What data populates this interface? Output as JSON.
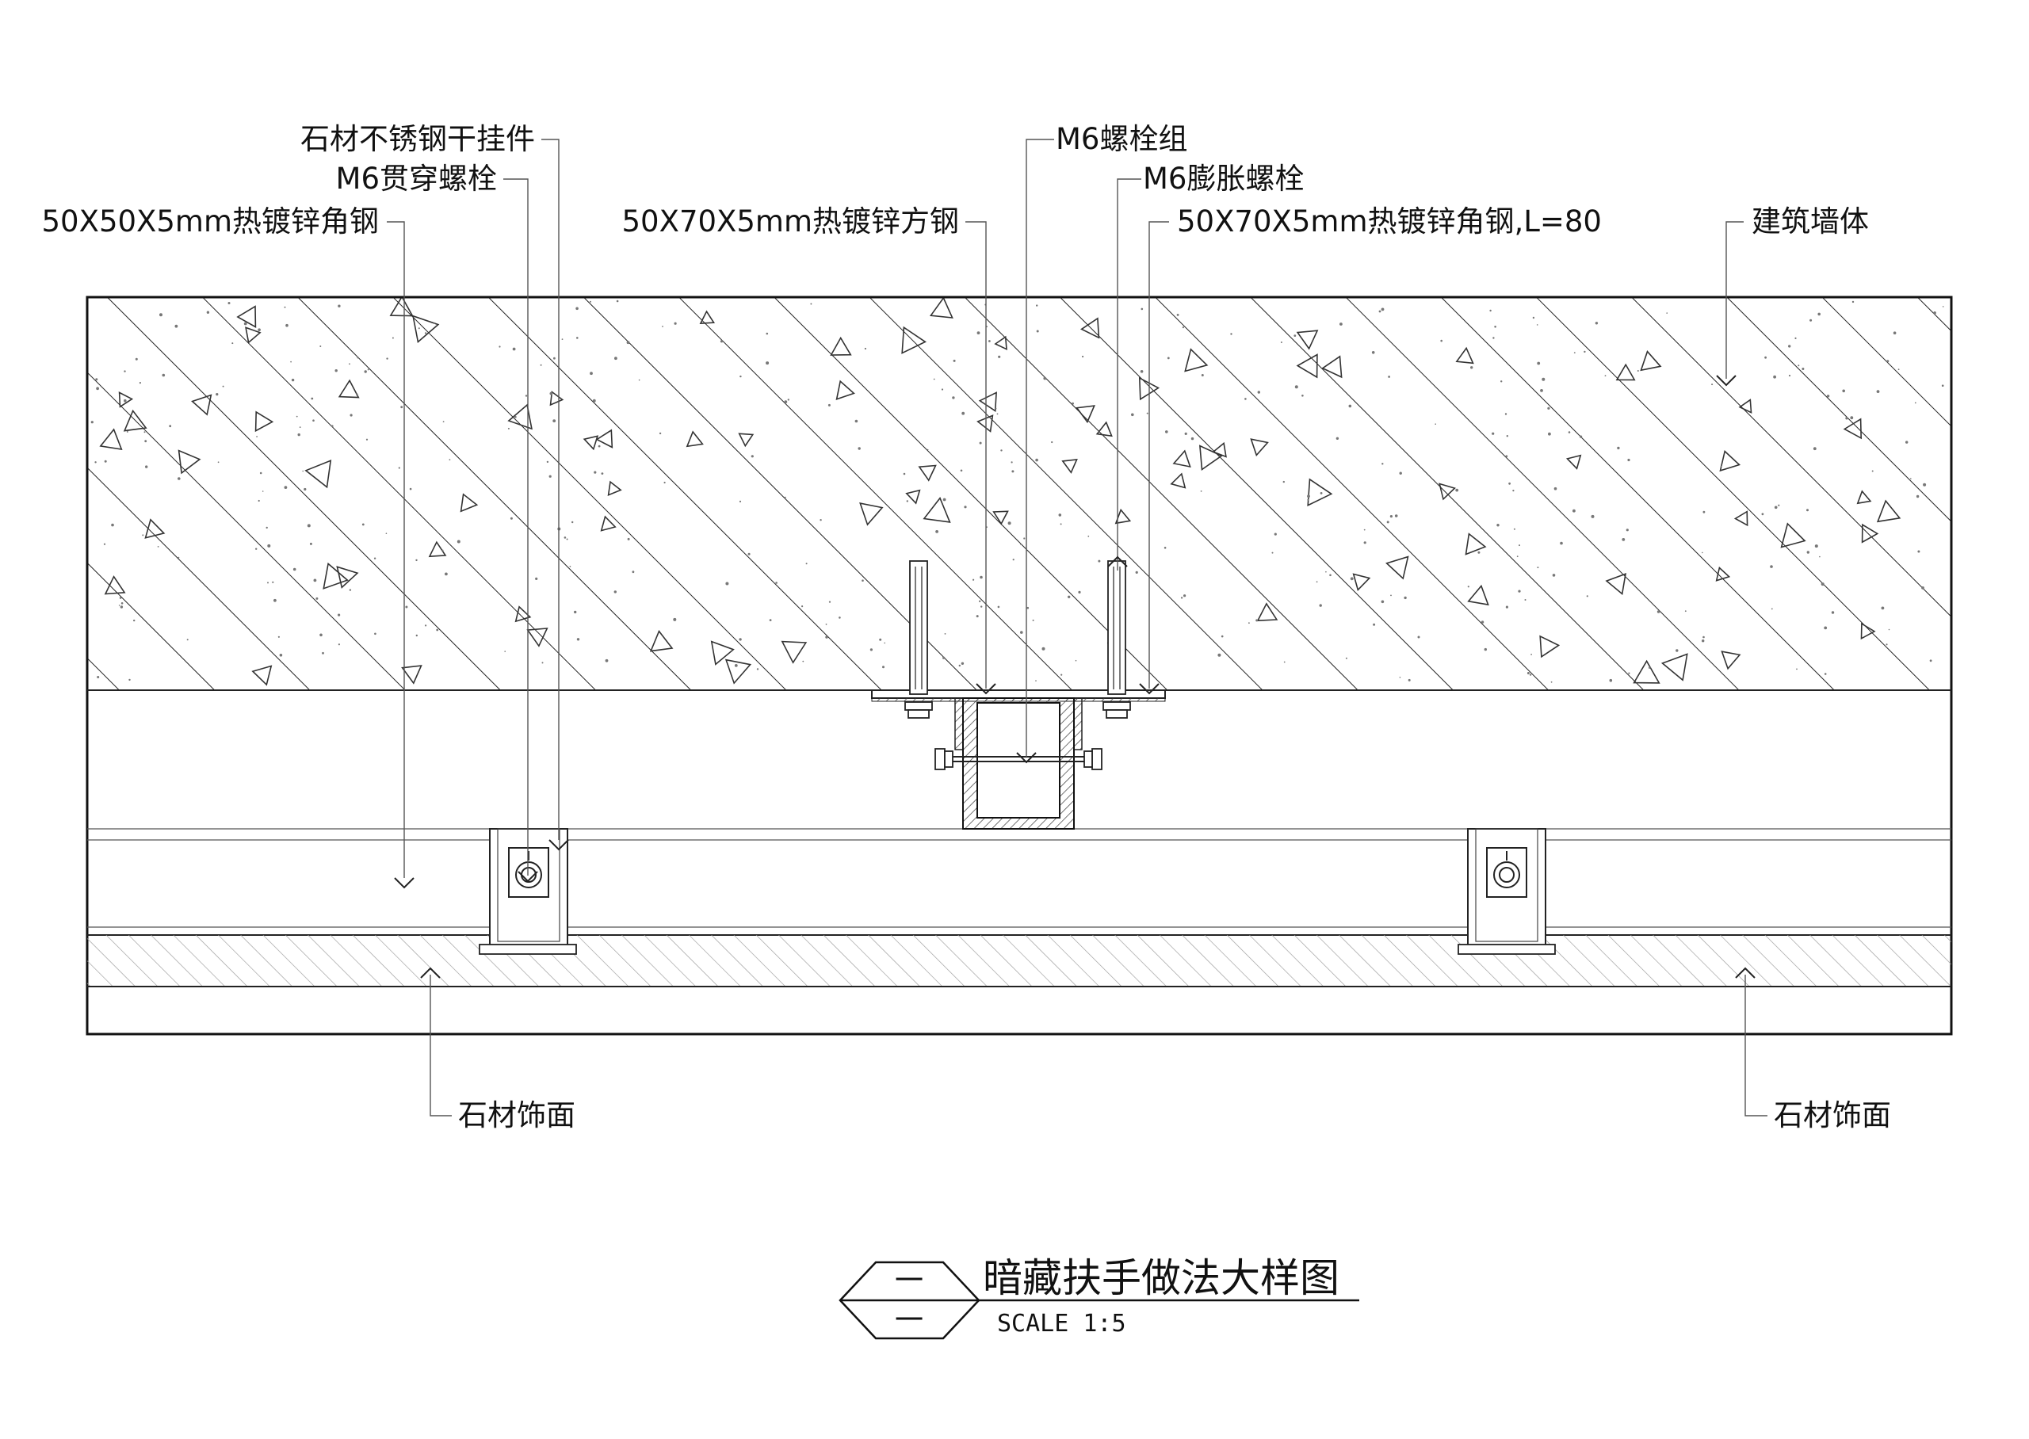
{
  "labels": {
    "stone_hanger": "石材不锈钢干挂件",
    "m6_through_bolt": "M6贯穿螺栓",
    "angle_steel_50x50": "50X50X5mm热镀锌角钢",
    "square_steel_50x70": "50X70X5mm热镀锌方钢",
    "m6_bolt_group": "M6螺栓组",
    "m6_expansion_bolt": "M6膨胀螺栓",
    "angle_steel_50x70": "50X70X5mm热镀锌角钢,L=80",
    "building_wall": "建筑墙体",
    "stone_finish_left": "石材饰面",
    "stone_finish_right": "石材饰面"
  },
  "title_block": {
    "title": "暗藏扶手做法大样图",
    "scale": "SCALE 1:5",
    "symbol_top": "一",
    "symbol_bottom": "一"
  }
}
